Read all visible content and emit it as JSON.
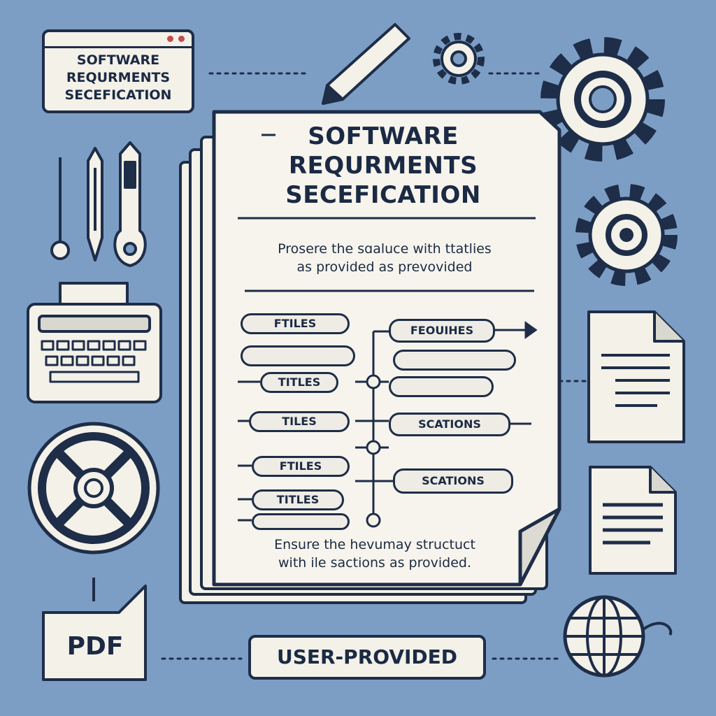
{
  "banner": {
    "title": "SOFTWARE\nREQURMENTS\nSECEFICATION"
  },
  "document": {
    "title": "SOFTWARE\nREQURMENTS\nSECEFICATION",
    "subtitle": "Prosere the sɑaluce with ttatlies\nas provided as prevovided",
    "footer": "Ensure the hevumay structuct\nwith ile sactions as provided.",
    "left_pills": [
      "FTILES",
      "",
      "TITLES",
      "TILES",
      "FTILES",
      "TITLES",
      ""
    ],
    "right_pills": [
      "FEOUIHES",
      "",
      "",
      "SCATIONS",
      "SCATIONS"
    ]
  },
  "pdf": {
    "label": "PDF"
  },
  "user": {
    "label": "USER-PROVIDED"
  },
  "colors": {
    "background": "#7d9ec4",
    "ink": "#1e2d48",
    "paper": "#f3f1e8"
  },
  "icons": [
    "browser-window-icon",
    "pencil-icon",
    "gear-icon",
    "screwdriver-icon",
    "wrench-icon",
    "typewriter-icon",
    "wheel-icon",
    "document-icon",
    "globe-icon",
    "pdf-file-icon"
  ]
}
